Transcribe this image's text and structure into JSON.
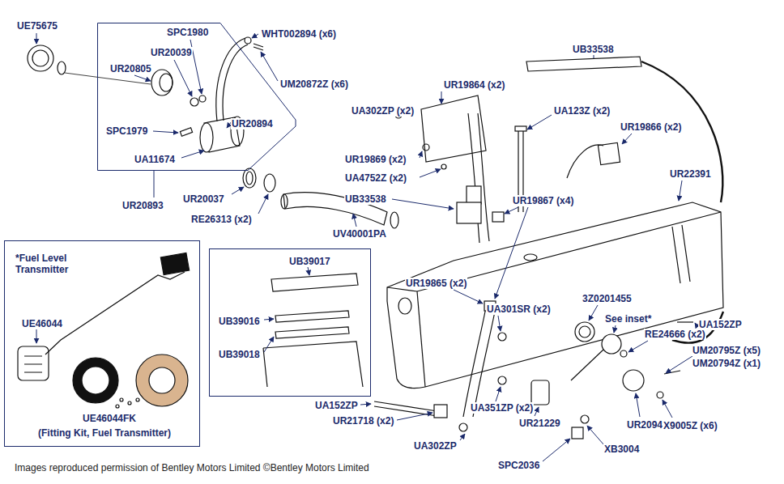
{
  "diagram": {
    "caption": "Images reproduced permission of Bentley Motors Limited ©Bentley Motors Limited",
    "nodes": [
      {
        "text": [
          "SPC1980",
          "UR20039",
          "UR20805",
          "SPC1979",
          "UA11674",
          "UR20894"
        ]
      },
      {
        "text": [
          "*Fuel Level Transmitter",
          "UE46044",
          "UE46044FK",
          "(Fitting Kit, Fuel Transmitter)"
        ]
      },
      {
        "text": [
          "UB39017",
          "UB39016",
          "UB39018"
        ]
      }
    ],
    "labels": [
      "UE75675",
      "WHT002894 (x6)",
      "UM20872Z (x6)",
      "UR20893",
      "UR20037",
      "RE26313 (x2)",
      "UV40001PA",
      "UB33538",
      "UR19864 (x2)",
      "UA302ZP (x2)",
      "UA123Z (x2)",
      "UR19866 (x2)",
      "UR19869 (x2)",
      "UA4752Z (x2)",
      "UR22391",
      "UB33538",
      "UR19867 (x4)",
      "UR19865 (x2)",
      "3Z0201455",
      "UA301SR (x2)",
      "See inset*",
      "UA152ZP",
      "RE24666 (x2)",
      "UM20795Z (x5)",
      "UM20794Z (x1)",
      "UA152ZP",
      "UA351ZP (x2)",
      "UR21718 (x2)",
      "UR21229",
      "UR20947",
      "X9005Z (x6)",
      "UA302ZP",
      "XB3004",
      "SPC2036"
    ]
  }
}
